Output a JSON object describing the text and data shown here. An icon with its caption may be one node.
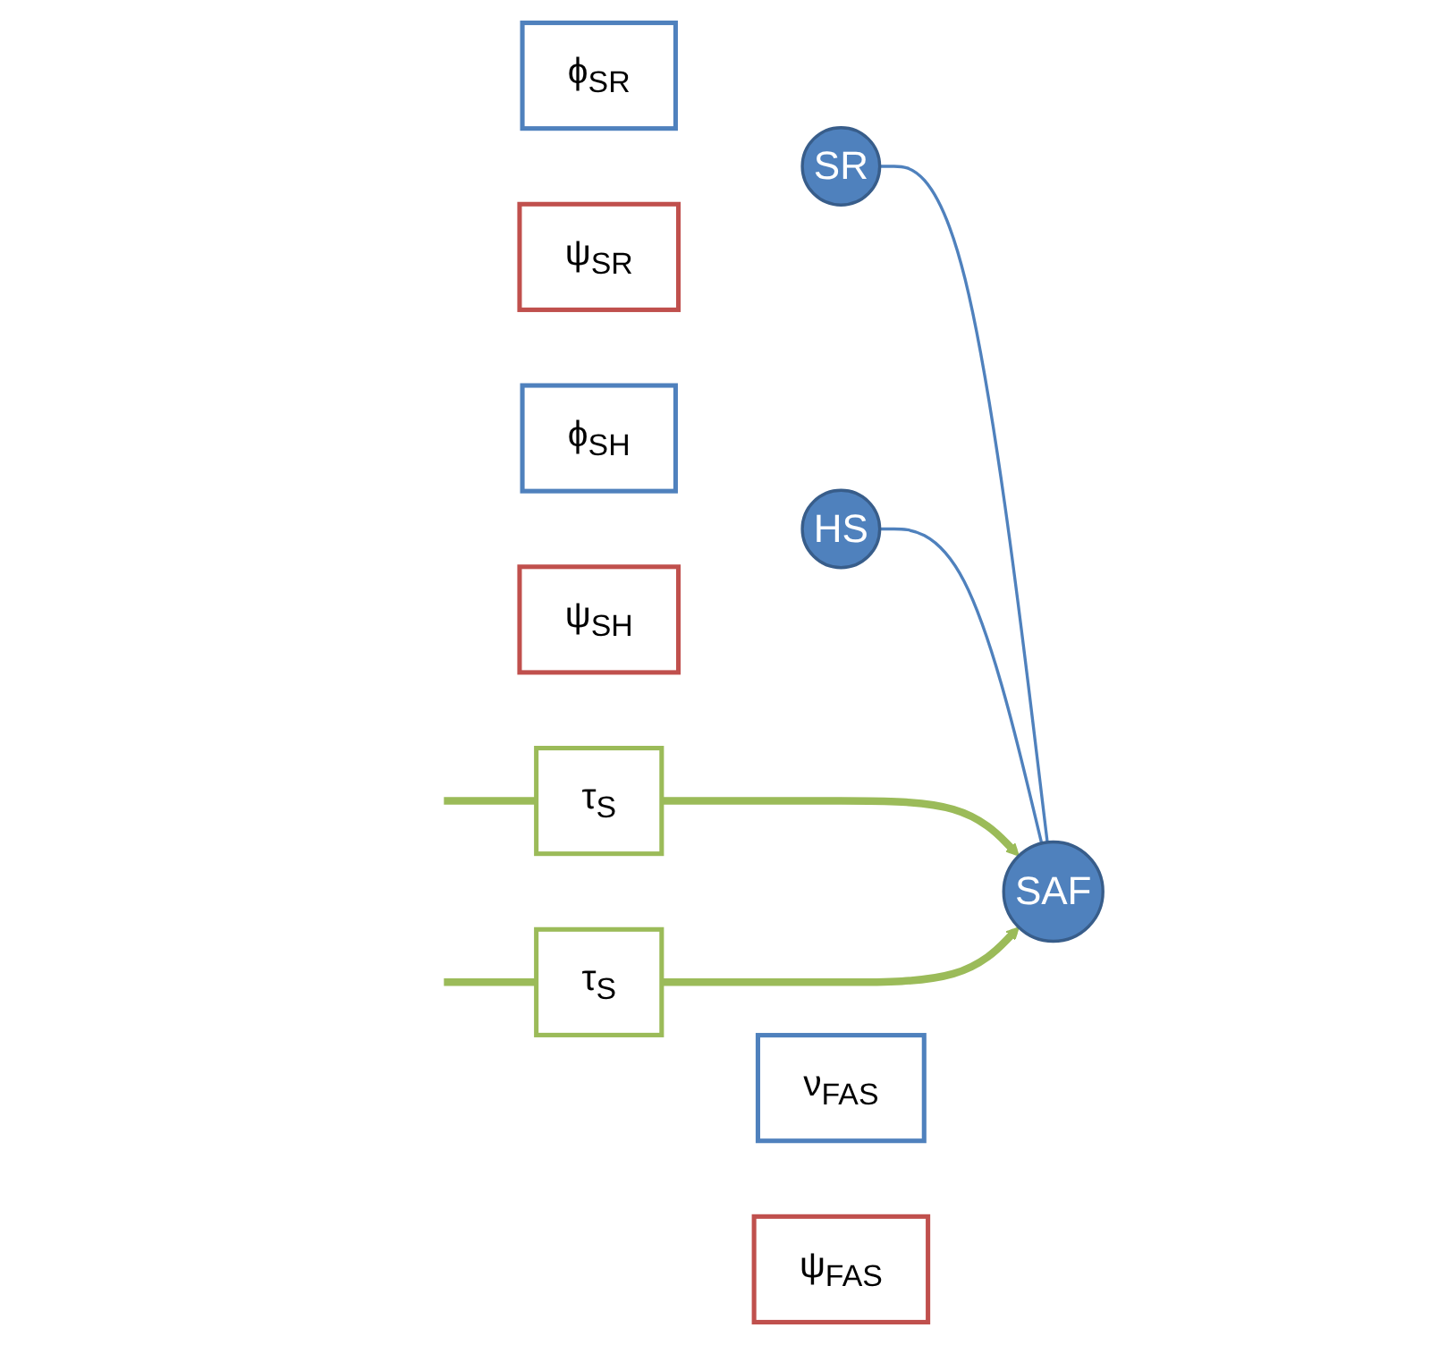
{
  "diagram": {
    "nodes": [
      {
        "text": [
          "ϕ$_{SR}$"
        ]
      },
      {
        "text": [
          "ψ$_{SR}$"
        ]
      },
      {
        "text": [
          "SR"
        ]
      },
      {
        "text": [
          "τ$_{S}$"
        ]
      },
      {
        "text": [
          "ϕ$_{SH}$"
        ]
      },
      {
        "text": [
          "ν$_{FAS}$"
        ]
      },
      {
        "text": [
          "ψ$_{SH}$"
        ]
      },
      {
        "text": [
          "HS"
        ]
      },
      {
        "text": [
          "SAF"
        ]
      },
      {
        "text": [
          "τ$_{S}$"
        ]
      },
      {
        "text": [
          "ψ$_{FAS}$"
        ]
      }
    ],
    "edges": [
      {
        "from": 2,
        "to": 8,
        "arrow": "none",
        "color": "#4f81bd"
      },
      {
        "from": 7,
        "to": 8,
        "arrow": "none",
        "color": "#4f81bd"
      },
      {
        "from": null,
        "to": 3,
        "arrow": "none"
      },
      {
        "from": 3,
        "to": 8,
        "arrow": "to"
      },
      {
        "from": null,
        "to": 9,
        "arrow": "none"
      },
      {
        "from": 9,
        "to": 8,
        "arrow": "to"
      }
    ]
  }
}
